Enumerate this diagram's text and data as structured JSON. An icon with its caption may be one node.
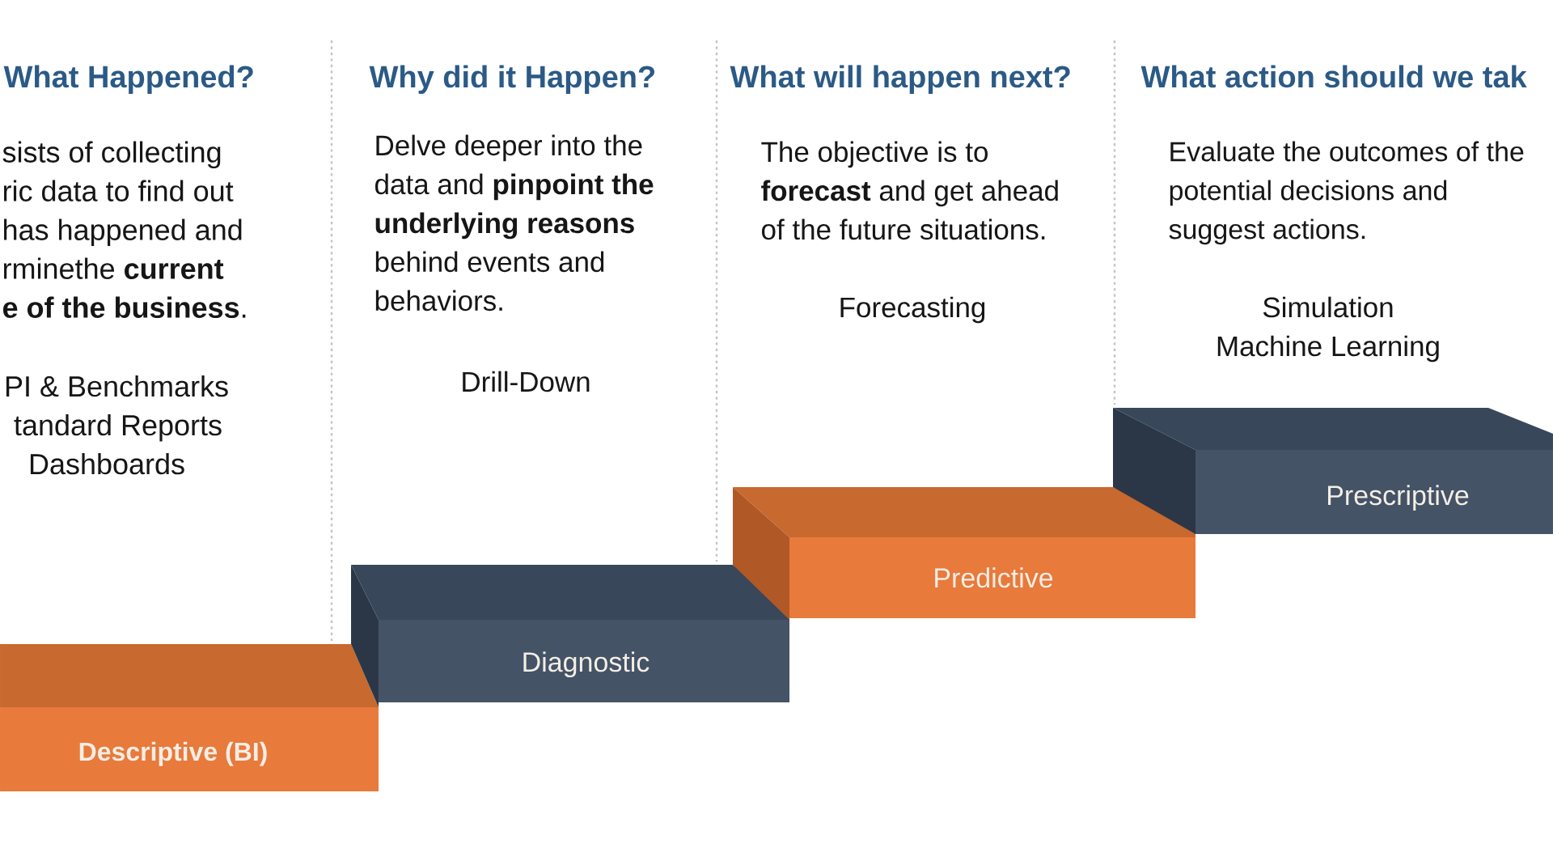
{
  "diagram": {
    "nodes": [
      {
        "text": [
          "Descriptive (BI)"
        ],
        "beside": [
          "What Happened?",
          "sists of collecting ric data to find out has happened and rminethe **current e of the business**.",
          "PI & Benchmarks",
          "tandard Reports",
          "Dashboards"
        ]
      },
      {
        "text": [
          "Diagnostic"
        ],
        "beside": [
          "Why did it Happen?",
          "Delve deeper into the data and **pinpoint the underlying reasons** behind events and behaviors.",
          "Drill-Down"
        ]
      },
      {
        "text": [
          "Predictive"
        ],
        "beside": [
          "What will happen next?",
          "The objective is to **forecast** and get ahead of the future situations.",
          "Forecasting"
        ]
      },
      {
        "text": [
          "Prescriptive"
        ],
        "beside": [
          "What action should we tak",
          "Evaluate the outcomes of the potential decisions and suggest actions.",
          "Simulation",
          "Machine Learning"
        ]
      }
    ]
  }
}
